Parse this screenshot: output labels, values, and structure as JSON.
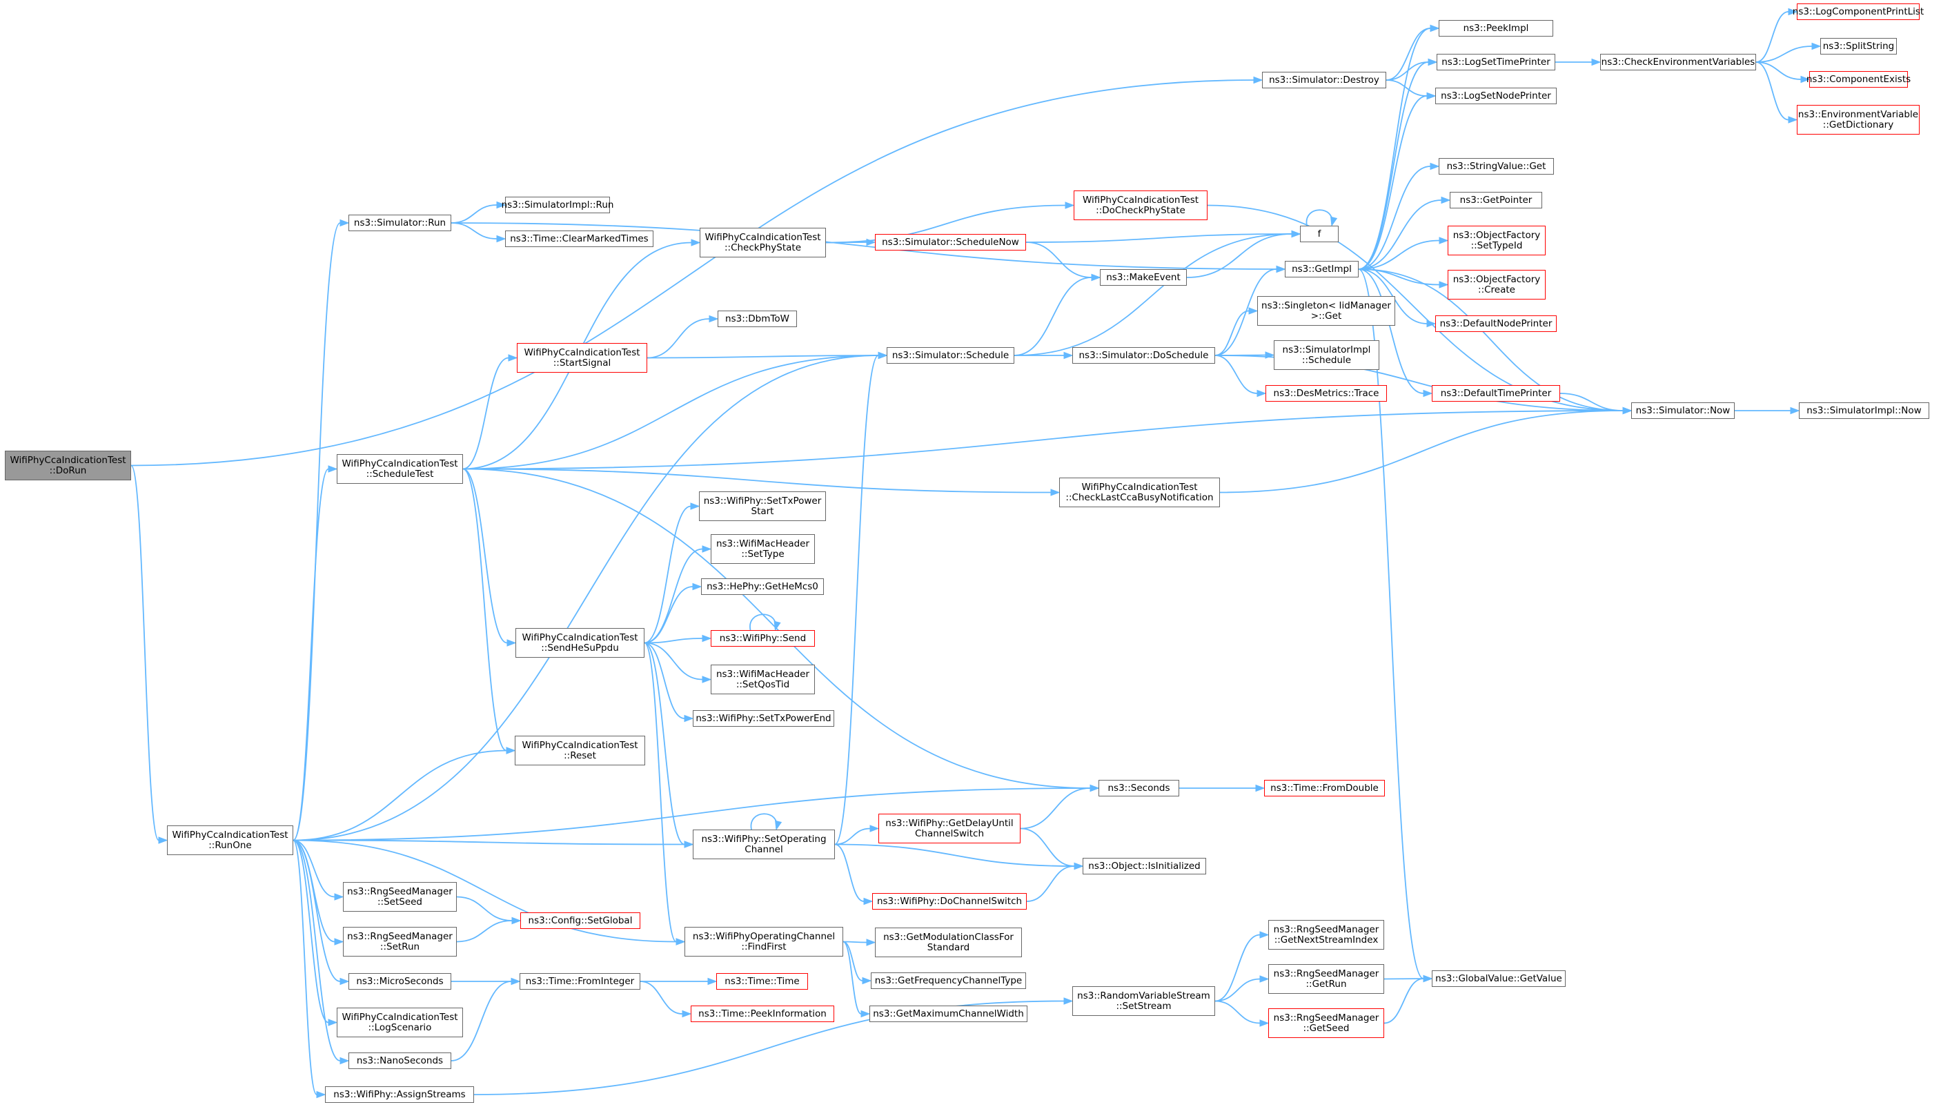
{
  "graph": {
    "type": "call-graph",
    "colors": {
      "edge": "#63b8ff",
      "node_border": "#666666",
      "node_border_truncated": "#ff0000",
      "root_fill": "#999999"
    },
    "nodes": [
      {
        "id": "doRun",
        "lines": [
          "WifiPhyCcaIndicationTest",
          "::DoRun"
        ],
        "root": true
      },
      {
        "id": "runOne",
        "lines": [
          "WifiPhyCcaIndicationTest",
          "::RunOne"
        ]
      },
      {
        "id": "simRun",
        "lines": [
          "ns3::Simulator::Run"
        ]
      },
      {
        "id": "simImplRun",
        "lines": [
          "ns3::SimulatorImpl::Run"
        ]
      },
      {
        "id": "clearMarked",
        "lines": [
          "ns3::Time::ClearMarkedTimes"
        ]
      },
      {
        "id": "checkPhyState",
        "lines": [
          "WifiPhyCcaIndicationTest",
          "::CheckPhyState"
        ]
      },
      {
        "id": "doCheckPhyState",
        "lines": [
          "WifiPhyCcaIndicationTest",
          "::DoCheckPhyState"
        ],
        "truncated": true
      },
      {
        "id": "scheduleNow",
        "lines": [
          "ns3::Simulator::ScheduleNow"
        ],
        "truncated": true
      },
      {
        "id": "startSignal",
        "lines": [
          "WifiPhyCcaIndicationTest",
          "::StartSignal"
        ],
        "truncated": true
      },
      {
        "id": "dbmToW",
        "lines": [
          "ns3::DbmToW"
        ]
      },
      {
        "id": "schedule",
        "lines": [
          "ns3::Simulator::Schedule"
        ]
      },
      {
        "id": "scheduleTest",
        "lines": [
          "WifiPhyCcaIndicationTest",
          "::ScheduleTest"
        ]
      },
      {
        "id": "setTxPowerStart",
        "lines": [
          "ns3::WifiPhy::SetTxPower",
          "Start"
        ]
      },
      {
        "id": "macSetType",
        "lines": [
          "ns3::WifiMacHeader",
          "::SetType"
        ]
      },
      {
        "id": "getHeMcs0",
        "lines": [
          "ns3::HePhy::GetHeMcs0"
        ]
      },
      {
        "id": "sendHeSuPpdu",
        "lines": [
          "WifiPhyCcaIndicationTest",
          "::SendHeSuPpdu"
        ]
      },
      {
        "id": "wifiSend",
        "lines": [
          "ns3::WifiPhy::Send"
        ],
        "truncated": true
      },
      {
        "id": "setQosTid",
        "lines": [
          "ns3::WifiMacHeader",
          "::SetQosTid"
        ]
      },
      {
        "id": "setTxPowerEnd",
        "lines": [
          "ns3::WifiPhy::SetTxPowerEnd"
        ]
      },
      {
        "id": "reset",
        "lines": [
          "WifiPhyCcaIndicationTest",
          "::Reset"
        ]
      },
      {
        "id": "seconds",
        "lines": [
          "ns3::Seconds"
        ]
      },
      {
        "id": "fromDouble",
        "lines": [
          "ns3::Time::FromDouble"
        ],
        "truncated": true
      },
      {
        "id": "setOpChannel",
        "lines": [
          "ns3::WifiPhy::SetOperating",
          "Channel"
        ]
      },
      {
        "id": "getDelayUntil",
        "lines": [
          "ns3::WifiPhy::GetDelayUntil",
          "ChannelSwitch"
        ],
        "truncated": true
      },
      {
        "id": "isInitialized",
        "lines": [
          "ns3::Object::IsInitialized"
        ]
      },
      {
        "id": "doChannelSwitch",
        "lines": [
          "ns3::WifiPhy::DoChannelSwitch"
        ],
        "truncated": true
      },
      {
        "id": "rngSetSeed",
        "lines": [
          "ns3::RngSeedManager",
          "::SetSeed"
        ]
      },
      {
        "id": "configSetGlobal",
        "lines": [
          "ns3::Config::SetGlobal"
        ],
        "truncated": true
      },
      {
        "id": "rngSetRun",
        "lines": [
          "ns3::RngSeedManager",
          "::SetRun"
        ]
      },
      {
        "id": "findFirst",
        "lines": [
          "ns3::WifiPhyOperatingChannel",
          "::FindFirst"
        ]
      },
      {
        "id": "getModClass",
        "lines": [
          "ns3::GetModulationClassFor",
          "Standard"
        ]
      },
      {
        "id": "getFreqChanType",
        "lines": [
          "ns3::GetFrequencyChannelType"
        ]
      },
      {
        "id": "getMaxChanWidth",
        "lines": [
          "ns3::GetMaximumChannelWidth"
        ]
      },
      {
        "id": "microSeconds",
        "lines": [
          "ns3::MicroSeconds"
        ]
      },
      {
        "id": "fromInteger",
        "lines": [
          "ns3::Time::FromInteger"
        ]
      },
      {
        "id": "timeTime",
        "lines": [
          "ns3::Time::Time"
        ],
        "truncated": true
      },
      {
        "id": "peekInformation",
        "lines": [
          "ns3::Time::PeekInformation"
        ],
        "truncated": true
      },
      {
        "id": "logScenario",
        "lines": [
          "WifiPhyCcaIndicationTest",
          "::LogScenario"
        ]
      },
      {
        "id": "nanoSeconds",
        "lines": [
          "ns3::NanoSeconds"
        ]
      },
      {
        "id": "assignStreams",
        "lines": [
          "ns3::WifiPhy::AssignStreams"
        ]
      },
      {
        "id": "rvsSetStream",
        "lines": [
          "ns3::RandomVariableStream",
          "::SetStream"
        ]
      },
      {
        "id": "getNextStream",
        "lines": [
          "ns3::RngSeedManager",
          "::GetNextStreamIndex"
        ]
      },
      {
        "id": "rngGetRun",
        "lines": [
          "ns3::RngSeedManager",
          "::GetRun"
        ]
      },
      {
        "id": "rngGetSeed",
        "lines": [
          "ns3::RngSeedManager",
          "::GetSeed"
        ],
        "truncated": true
      },
      {
        "id": "globalGetValue",
        "lines": [
          "ns3::GlobalValue::GetValue"
        ]
      },
      {
        "id": "simDestroy",
        "lines": [
          "ns3::Simulator::Destroy"
        ]
      },
      {
        "id": "peekImpl",
        "lines": [
          "ns3::PeekImpl"
        ]
      },
      {
        "id": "logSetTimePrinter",
        "lines": [
          "ns3::LogSetTimePrinter"
        ]
      },
      {
        "id": "logSetNodePrinter",
        "lines": [
          "ns3::LogSetNodePrinter"
        ]
      },
      {
        "id": "checkEnvVars",
        "lines": [
          "ns3::CheckEnvironmentVariables"
        ]
      },
      {
        "id": "logCompPrintList",
        "lines": [
          "ns3::LogComponentPrintList"
        ],
        "truncated": true
      },
      {
        "id": "splitString",
        "lines": [
          "ns3::SplitString"
        ]
      },
      {
        "id": "componentExists",
        "lines": [
          "ns3::ComponentExists"
        ],
        "truncated": true
      },
      {
        "id": "envVarGetDict",
        "lines": [
          "ns3::EnvironmentVariable",
          "::GetDictionary"
        ],
        "truncated": true
      },
      {
        "id": "stringValueGet",
        "lines": [
          "ns3::StringValue::Get"
        ]
      },
      {
        "id": "getPointer",
        "lines": [
          "ns3::GetPointer"
        ]
      },
      {
        "id": "objFactorySetTypeId",
        "lines": [
          "ns3::ObjectFactory",
          "::SetTypeId"
        ],
        "truncated": true
      },
      {
        "id": "objFactoryCreate",
        "lines": [
          "ns3::ObjectFactory",
          "::Create"
        ],
        "truncated": true
      },
      {
        "id": "defaultNodePrinter",
        "lines": [
          "ns3::DefaultNodePrinter"
        ],
        "truncated": true
      },
      {
        "id": "defaultTimePrinter",
        "lines": [
          "ns3::DefaultTimePrinter"
        ],
        "truncated": true
      },
      {
        "id": "simNow",
        "lines": [
          "ns3::Simulator::Now"
        ]
      },
      {
        "id": "simImplNow",
        "lines": [
          "ns3::SimulatorImpl::Now"
        ]
      },
      {
        "id": "f",
        "lines": [
          "f"
        ]
      },
      {
        "id": "getImpl",
        "lines": [
          "ns3::GetImpl"
        ]
      },
      {
        "id": "makeEvent",
        "lines": [
          "ns3::MakeEvent"
        ]
      },
      {
        "id": "singletonGet",
        "lines": [
          "ns3::Singleton< IidManager",
          " >::Get"
        ]
      },
      {
        "id": "doSchedule",
        "lines": [
          "ns3::Simulator::DoSchedule"
        ]
      },
      {
        "id": "simImplSchedule",
        "lines": [
          "ns3::SimulatorImpl",
          "::Schedule"
        ]
      },
      {
        "id": "desMetricsTrace",
        "lines": [
          "ns3::DesMetrics::Trace"
        ],
        "truncated": true
      },
      {
        "id": "checkLastCca",
        "lines": [
          "WifiPhyCcaIndicationTest",
          "::CheckLastCcaBusyNotification"
        ]
      }
    ],
    "edges": [
      [
        "doRun",
        "simDestroy"
      ],
      [
        "doRun",
        "runOne"
      ],
      [
        "runOne",
        "simRun"
      ],
      [
        "runOne",
        "schedule"
      ],
      [
        "runOne",
        "scheduleTest"
      ],
      [
        "runOne",
        "reset"
      ],
      [
        "runOne",
        "seconds"
      ],
      [
        "runOne",
        "setOpChannel"
      ],
      [
        "runOne",
        "findFirst"
      ],
      [
        "runOne",
        "rngSetSeed"
      ],
      [
        "runOne",
        "rngSetRun"
      ],
      [
        "runOne",
        "microSeconds"
      ],
      [
        "runOne",
        "logScenario"
      ],
      [
        "runOne",
        "nanoSeconds"
      ],
      [
        "runOne",
        "assignStreams"
      ],
      [
        "simRun",
        "simImplRun"
      ],
      [
        "simRun",
        "clearMarked"
      ],
      [
        "simRun",
        "getImpl"
      ],
      [
        "scheduleTest",
        "checkPhyState"
      ],
      [
        "scheduleTest",
        "startSignal"
      ],
      [
        "scheduleTest",
        "schedule"
      ],
      [
        "scheduleTest",
        "simNow"
      ],
      [
        "scheduleTest",
        "checkLastCca"
      ],
      [
        "scheduleTest",
        "sendHeSuPpdu"
      ],
      [
        "scheduleTest",
        "reset"
      ],
      [
        "scheduleTest",
        "seconds"
      ],
      [
        "checkPhyState",
        "doCheckPhyState"
      ],
      [
        "checkPhyState",
        "scheduleNow"
      ],
      [
        "doCheckPhyState",
        "simNow"
      ],
      [
        "scheduleNow",
        "f"
      ],
      [
        "scheduleNow",
        "makeEvent"
      ],
      [
        "startSignal",
        "dbmToW"
      ],
      [
        "startSignal",
        "schedule"
      ],
      [
        "schedule",
        "makeEvent"
      ],
      [
        "schedule",
        "doSchedule"
      ],
      [
        "schedule",
        "f"
      ],
      [
        "makeEvent",
        "f"
      ],
      [
        "f",
        "f"
      ],
      [
        "doSchedule",
        "getImpl"
      ],
      [
        "doSchedule",
        "singletonGet"
      ],
      [
        "doSchedule",
        "simImplSchedule"
      ],
      [
        "doSchedule",
        "desMetricsTrace"
      ],
      [
        "doSchedule",
        "simNow"
      ],
      [
        "sendHeSuPpdu",
        "setTxPowerStart"
      ],
      [
        "sendHeSuPpdu",
        "macSetType"
      ],
      [
        "sendHeSuPpdu",
        "getHeMcs0"
      ],
      [
        "sendHeSuPpdu",
        "wifiSend"
      ],
      [
        "sendHeSuPpdu",
        "setQosTid"
      ],
      [
        "sendHeSuPpdu",
        "setTxPowerEnd"
      ],
      [
        "sendHeSuPpdu",
        "setOpChannel"
      ],
      [
        "sendHeSuPpdu",
        "findFirst"
      ],
      [
        "wifiSend",
        "wifiSend"
      ],
      [
        "setOpChannel",
        "setOpChannel"
      ],
      [
        "setOpChannel",
        "schedule"
      ],
      [
        "setOpChannel",
        "getDelayUntil"
      ],
      [
        "setOpChannel",
        "isInitialized"
      ],
      [
        "setOpChannel",
        "doChannelSwitch"
      ],
      [
        "getDelayUntil",
        "seconds"
      ],
      [
        "getDelayUntil",
        "isInitialized"
      ],
      [
        "doChannelSwitch",
        "isInitialized"
      ],
      [
        "seconds",
        "fromDouble"
      ],
      [
        "rngSetSeed",
        "configSetGlobal"
      ],
      [
        "rngSetRun",
        "configSetGlobal"
      ],
      [
        "findFirst",
        "getModClass"
      ],
      [
        "findFirst",
        "getFreqChanType"
      ],
      [
        "findFirst",
        "getMaxChanWidth"
      ],
      [
        "microSeconds",
        "fromInteger"
      ],
      [
        "nanoSeconds",
        "fromInteger"
      ],
      [
        "fromInteger",
        "timeTime"
      ],
      [
        "fromInteger",
        "peekInformation"
      ],
      [
        "assignStreams",
        "rvsSetStream"
      ],
      [
        "rvsSetStream",
        "getNextStream"
      ],
      [
        "rvsSetStream",
        "rngGetRun"
      ],
      [
        "rvsSetStream",
        "rngGetSeed"
      ],
      [
        "rngGetRun",
        "globalGetValue"
      ],
      [
        "rngGetSeed",
        "globalGetValue"
      ],
      [
        "simDestroy",
        "peekImpl"
      ],
      [
        "simDestroy",
        "logSetTimePrinter"
      ],
      [
        "simDestroy",
        "logSetNodePrinter"
      ],
      [
        "logSetTimePrinter",
        "checkEnvVars"
      ],
      [
        "checkEnvVars",
        "logCompPrintList"
      ],
      [
        "checkEnvVars",
        "splitString"
      ],
      [
        "checkEnvVars",
        "componentExists"
      ],
      [
        "checkEnvVars",
        "envVarGetDict"
      ],
      [
        "getImpl",
        "peekImpl"
      ],
      [
        "getImpl",
        "logSetTimePrinter"
      ],
      [
        "getImpl",
        "logSetNodePrinter"
      ],
      [
        "getImpl",
        "stringValueGet"
      ],
      [
        "getImpl",
        "getPointer"
      ],
      [
        "getImpl",
        "objFactorySetTypeId"
      ],
      [
        "getImpl",
        "objFactoryCreate"
      ],
      [
        "getImpl",
        "defaultNodePrinter"
      ],
      [
        "getImpl",
        "defaultTimePrinter"
      ],
      [
        "getImpl",
        "simNow"
      ],
      [
        "getImpl",
        "globalGetValue"
      ],
      [
        "defaultTimePrinter",
        "simNow"
      ],
      [
        "checkLastCca",
        "simNow"
      ],
      [
        "simNow",
        "simImplNow"
      ]
    ]
  }
}
